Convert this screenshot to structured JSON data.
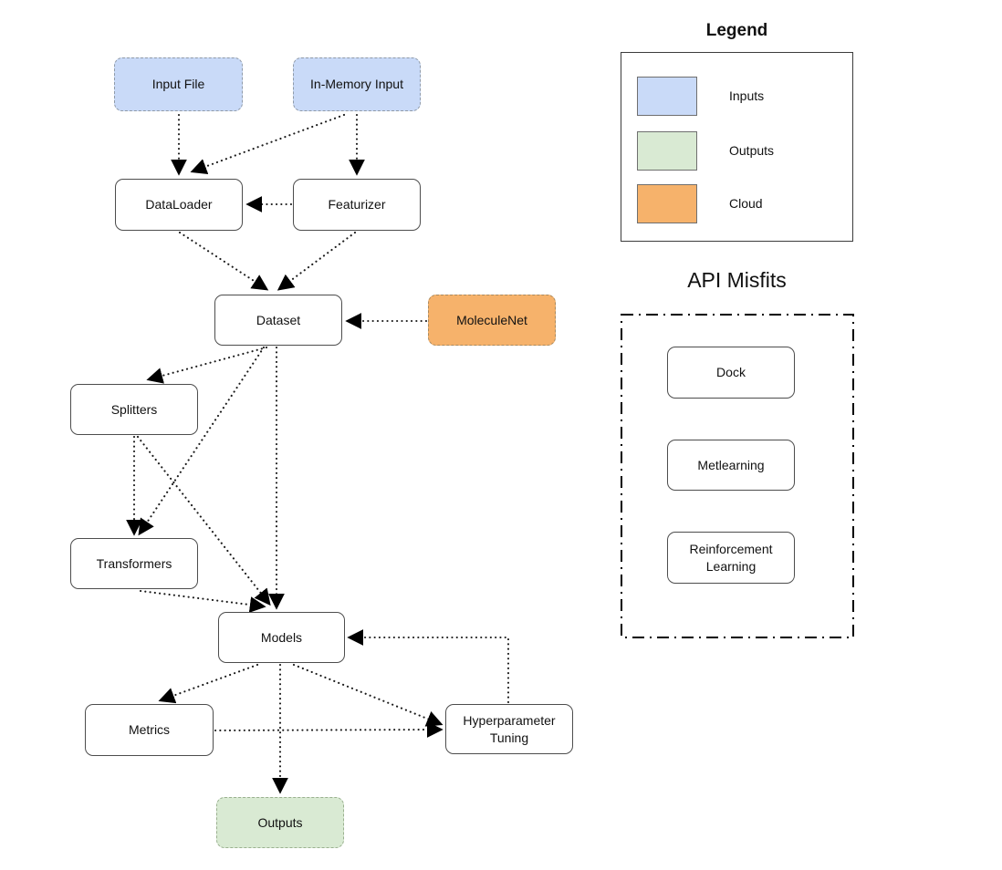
{
  "diagram": {
    "edge_style": "dotted line with solid black arrowhead",
    "nodes": {
      "input_file": {
        "label": "Input File",
        "type": "input"
      },
      "in_memory_input": {
        "label": "In-Memory Input",
        "type": "input"
      },
      "dataloader": {
        "label": "DataLoader",
        "type": "default"
      },
      "featurizer": {
        "label": "Featurizer",
        "type": "default"
      },
      "dataset": {
        "label": "Dataset",
        "type": "default"
      },
      "moleculenet": {
        "label": "MoleculeNet",
        "type": "cloud"
      },
      "splitters": {
        "label": "Splitters",
        "type": "default"
      },
      "transformers": {
        "label": "Transformers",
        "type": "default"
      },
      "models": {
        "label": "Models",
        "type": "default"
      },
      "metrics": {
        "label": "Metrics",
        "type": "default"
      },
      "hyperparameter_tuning": {
        "label": "Hyperparameter Tuning",
        "type": "default"
      },
      "outputs": {
        "label": "Outputs",
        "type": "output"
      }
    },
    "edges": [
      {
        "from": "Input File",
        "to": "DataLoader"
      },
      {
        "from": "In-Memory Input",
        "to": "DataLoader"
      },
      {
        "from": "In-Memory Input",
        "to": "Featurizer"
      },
      {
        "from": "Featurizer",
        "to": "DataLoader"
      },
      {
        "from": "DataLoader",
        "to": "Dataset"
      },
      {
        "from": "Featurizer",
        "to": "Dataset"
      },
      {
        "from": "MoleculeNet",
        "to": "Dataset"
      },
      {
        "from": "Dataset",
        "to": "Splitters"
      },
      {
        "from": "Dataset",
        "to": "Transformers"
      },
      {
        "from": "Dataset",
        "to": "Models"
      },
      {
        "from": "Splitters",
        "to": "Transformers"
      },
      {
        "from": "Splitters",
        "to": "Models"
      },
      {
        "from": "Transformers",
        "to": "Models"
      },
      {
        "from": "Models",
        "to": "Metrics"
      },
      {
        "from": "Models",
        "to": "Hyperparameter Tuning"
      },
      {
        "from": "Metrics",
        "to": "Hyperparameter Tuning"
      },
      {
        "from": "Hyperparameter Tuning",
        "to": "Models"
      },
      {
        "from": "Models",
        "to": "Outputs"
      }
    ]
  },
  "legend": {
    "title": "Legend",
    "items": [
      {
        "label": "Inputs",
        "color": "#c9daf8"
      },
      {
        "label": "Outputs",
        "color": "#d9ead3"
      },
      {
        "label": "Cloud",
        "color": "#f6b26b"
      }
    ]
  },
  "api_misfits": {
    "title": "API Misfits",
    "nodes": {
      "dock": {
        "label": "Dock"
      },
      "metlearning": {
        "label": "Metlearning"
      },
      "reinforcement_learning": {
        "label": "Reinforcement Learning"
      }
    }
  }
}
